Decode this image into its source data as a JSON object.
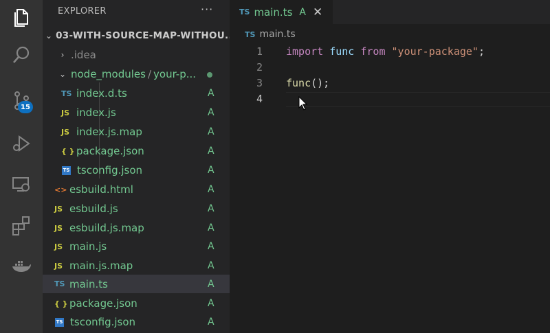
{
  "activity_bar": {
    "icons": [
      "files-icon",
      "search-icon",
      "source-control-icon",
      "run-debug-icon",
      "remote-explorer-icon",
      "extensions-icon",
      "docker-icon"
    ],
    "scm_badge": "15"
  },
  "sidebar": {
    "title": "EXPLORER",
    "more": "···",
    "root": "03-WITH-SOURCE-MAP-WITHOU...",
    "items": [
      {
        "label": ".idea",
        "type": "folder"
      },
      {
        "label": "node_modules",
        "sep": "/",
        "sub": "your-p...",
        "type": "folder"
      },
      {
        "label": "index.d.ts",
        "icon": "TS",
        "status": "A"
      },
      {
        "label": "index.js",
        "icon": "JS",
        "status": "A"
      },
      {
        "label": "index.js.map",
        "icon": "JS",
        "status": "A"
      },
      {
        "label": "package.json",
        "icon": "{ }",
        "status": "A"
      },
      {
        "label": "tsconfig.json",
        "icon": "TS",
        "status": "A"
      },
      {
        "label": "esbuild.html",
        "icon": "<>",
        "status": "A"
      },
      {
        "label": "esbuild.js",
        "icon": "JS",
        "status": "A"
      },
      {
        "label": "esbuild.js.map",
        "icon": "JS",
        "status": "A"
      },
      {
        "label": "main.js",
        "icon": "JS",
        "status": "A"
      },
      {
        "label": "main.js.map",
        "icon": "JS",
        "status": "A"
      },
      {
        "label": "main.ts",
        "icon": "TS",
        "status": "A"
      },
      {
        "label": "package.json",
        "icon": "{ }",
        "status": "A"
      },
      {
        "label": "tsconfig.json",
        "icon": "TS",
        "status": "A"
      }
    ]
  },
  "editor": {
    "tab": {
      "icon": "TS",
      "label": "main.ts",
      "status": "A",
      "close": "✕"
    },
    "breadcrumb": {
      "icon": "TS",
      "label": "main.ts"
    },
    "lines": [
      {
        "num": "1",
        "tokens": [
          "import",
          " ",
          "func",
          " ",
          "from",
          " ",
          "\"your-package\"",
          ";"
        ]
      },
      {
        "num": "2"
      },
      {
        "num": "3",
        "tokens": [
          "func",
          "();"
        ]
      },
      {
        "num": "4"
      }
    ]
  }
}
